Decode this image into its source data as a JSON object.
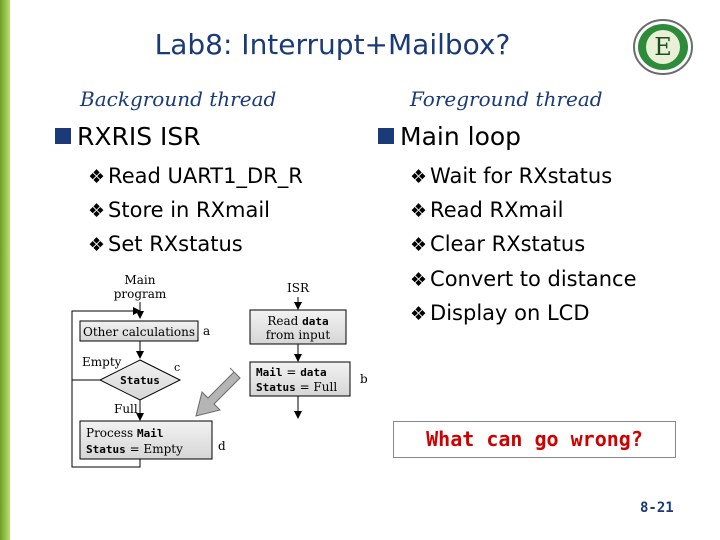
{
  "title": "Lab8: Interrupt+Mailbox?",
  "left": {
    "heading": "Background thread",
    "bullet": "RXRIS ISR",
    "items": [
      "Read UART1_DR_R",
      "Store in RXmail",
      "Set RXstatus"
    ]
  },
  "right": {
    "heading": "Foreground thread",
    "bullet": "Main loop",
    "items": [
      "Wait for RXstatus",
      "Read RXmail",
      "Clear RXstatus",
      "Convert to distance",
      "Display on LCD"
    ]
  },
  "bullet_glyph": "❖",
  "diagram": {
    "main_program": [
      "Main",
      "program"
    ],
    "isr": "ISR",
    "other_calc": "Other calculations",
    "label_a": "a",
    "empty": "Empty",
    "status": "Status",
    "label_c": "c",
    "full": "Full",
    "process_prefix": "Process ",
    "process_mail": "Mail",
    "process_status": "Status",
    "process_eq": " = Empty",
    "label_d": "d",
    "read_prefix": "Read ",
    "read_data": "data",
    "from_input": "from input",
    "mail": "Mail",
    "mail_eq": " = ",
    "mail_data": "data",
    "status2": "Status",
    "status2_eq": " = Full",
    "label_b": "b"
  },
  "callout": "What can go wrong?",
  "page_number": "8-21",
  "colors": {
    "title": "#1a3a78",
    "callout": "#d00000",
    "sidebar": "#8fbf45",
    "logo": "#2e8b3a"
  },
  "logo_letter": "E"
}
